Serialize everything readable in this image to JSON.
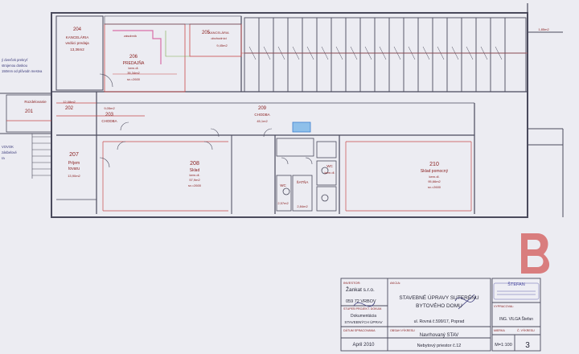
{
  "rooms": [
    {
      "num": "204",
      "name": "KANCELÁRIA",
      "sub": "vedúci predaja",
      "area": "13,36m2"
    },
    {
      "num": "205",
      "name": "KANCELÁRIA",
      "sub": "obchodníci",
      "area": "9,45m2"
    },
    {
      "num": "206",
      "name": "PREDAJŇA",
      "sub": "kern.dl.",
      "area": "35,34m2"
    },
    {
      "num": "201",
      "name": "Rozdelovanie",
      "sub": "",
      "area": ""
    },
    {
      "num": "202",
      "name": "",
      "sub": "",
      "area": "12,08m2"
    },
    {
      "num": "203",
      "name": "CHODBA",
      "sub": "",
      "area": "9,05m2"
    },
    {
      "num": "207",
      "name": "Príjem",
      "sub": "tovaru",
      "area": "13,90m2"
    },
    {
      "num": "208",
      "name": "Sklad",
      "sub": "kern.dl.",
      "area": "57,9m2"
    },
    {
      "num": "209",
      "name": "CHODBA",
      "sub": "",
      "area": "45,1m2"
    },
    {
      "num": "210",
      "name": "Sklad pomocný",
      "sub": "kern.dl.",
      "area": "95,66m2"
    }
  ],
  "small_labels": {
    "wc1": "WC",
    "wc2": "WC",
    "satna": "ŠATŇA",
    "height1": "sv.=2600",
    "height2": "sv.=2600",
    "height3": "sv.=2600",
    "zaspa": "zásobník",
    "area_wc": "2,57m2",
    "area_sat": "2,84m2",
    "area_wc2": "kern.dl.",
    "corner": "1,85m2"
  },
  "margin_note": [
    "ý dverček prekryť",
    "strojenou doskou",
    "150mm od plôvodn mestva"
  ],
  "margin_note2": [
    "VOVOK",
    "zásbelové",
    "ra"
  ],
  "title_block": {
    "investor_cap": "INVESTOR:",
    "investor": "Žankat s.r.o.",
    "investor_addr": "059 72 VRBOV",
    "stage_cap": "STUPEŇ PROJEKT. DOKUM.",
    "stage": "Dokumentácia",
    "stage2": "STAVEBNÝCH ÚPRAV",
    "date_cap": "DÁTUM SPRACOVANIA",
    "date": "April 2010",
    "akcia_cap": "AKCIA:",
    "akcia1": "STAVEBNÉ ÚPRAVY SUTERÉNU",
    "akcia2": "BYTOVÉHO DOMU",
    "address": "ul. Rovná č.599/17, Poprad",
    "obsah_cap": "OBSAH VÝKRESU",
    "obsah1": "Navrhovaný STAV",
    "obsah2": "Nebytový priestor č.12",
    "stamp_name": "ŠTEFAN",
    "vypracoval_cap": "VYPRACOVAL:",
    "vypracoval": "ING. VILGA Štefan",
    "mierka_cap": "MIERKA",
    "mierka": "M=1:100",
    "vykres_cap": "Č. VÝKRESU",
    "vykres": "3"
  },
  "colors": {
    "paper": "#ececf2",
    "wall": "#4a4a5c",
    "red": "#c84a4a",
    "stamp": "#d05a5a",
    "blue": "#3b7fd0",
    "green": "#7aa84a"
  }
}
